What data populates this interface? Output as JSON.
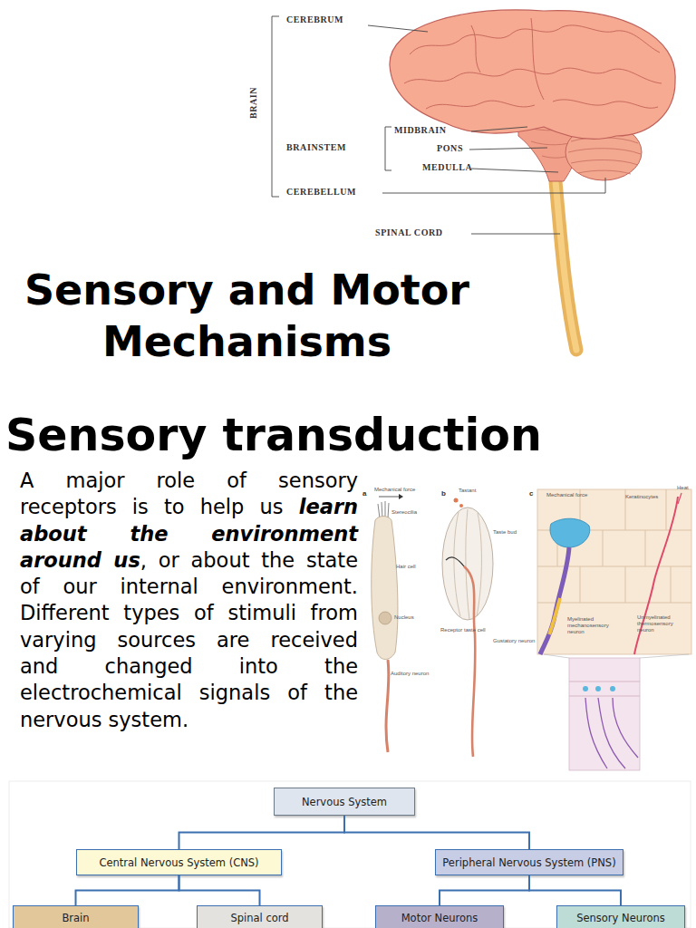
{
  "diagram": {
    "title": "Sensory and Motor Mechanisms",
    "nodes": [
      {
        "text": [
          "Nervous System"
        ]
      },
      {
        "text": [
          "Central Nervous System (CNS)"
        ]
      },
      {
        "text": [
          "Peripheral Nervous System (PNS)"
        ]
      },
      {
        "text": [
          "Brain"
        ]
      },
      {
        "text": [
          "Spinal cord"
        ]
      },
      {
        "text": [
          "Motor Neurons"
        ]
      },
      {
        "text": [
          "Sensory Neurons"
        ]
      }
    ],
    "edges": [
      {
        "from": 0,
        "to": 1,
        "arrow": "none"
      },
      {
        "from": 0,
        "to": 2,
        "arrow": "none"
      },
      {
        "from": 1,
        "to": 3,
        "arrow": "none"
      },
      {
        "from": 1,
        "to": 4,
        "arrow": "none"
      },
      {
        "from": 2,
        "to": 5,
        "arrow": "none"
      },
      {
        "from": 2,
        "to": 6,
        "arrow": "none"
      }
    ],
    "labels": [
      "CEREBRUM",
      "BRAIN",
      "BRAINSTEM",
      "MIDBRAIN",
      "PONS",
      "MEDULLA",
      "CEREBELLUM",
      "SPINAL CORD",
      "Sensory transduction",
      "A major role of sensory receptors is to help us",
      "learn about the environment around us",
      ", or about the state of our internal environment. Different types of stimuli from varying sources are received and changed into the electrochemical signals of the nervous system.",
      "a",
      "b",
      "c",
      "Mechanical force",
      "Stereocilia",
      "Hair cell",
      "Nucleus",
      "Auditory neuron",
      "Tastant",
      "Taste bud",
      "Receptor taste cell",
      "Gustatory neuron",
      "Mechanical force",
      "Keratinocytes",
      "Heat",
      "Myelinated mechanosensory neuron",
      "Unmyelinated thermosensory neuron"
    ]
  }
}
